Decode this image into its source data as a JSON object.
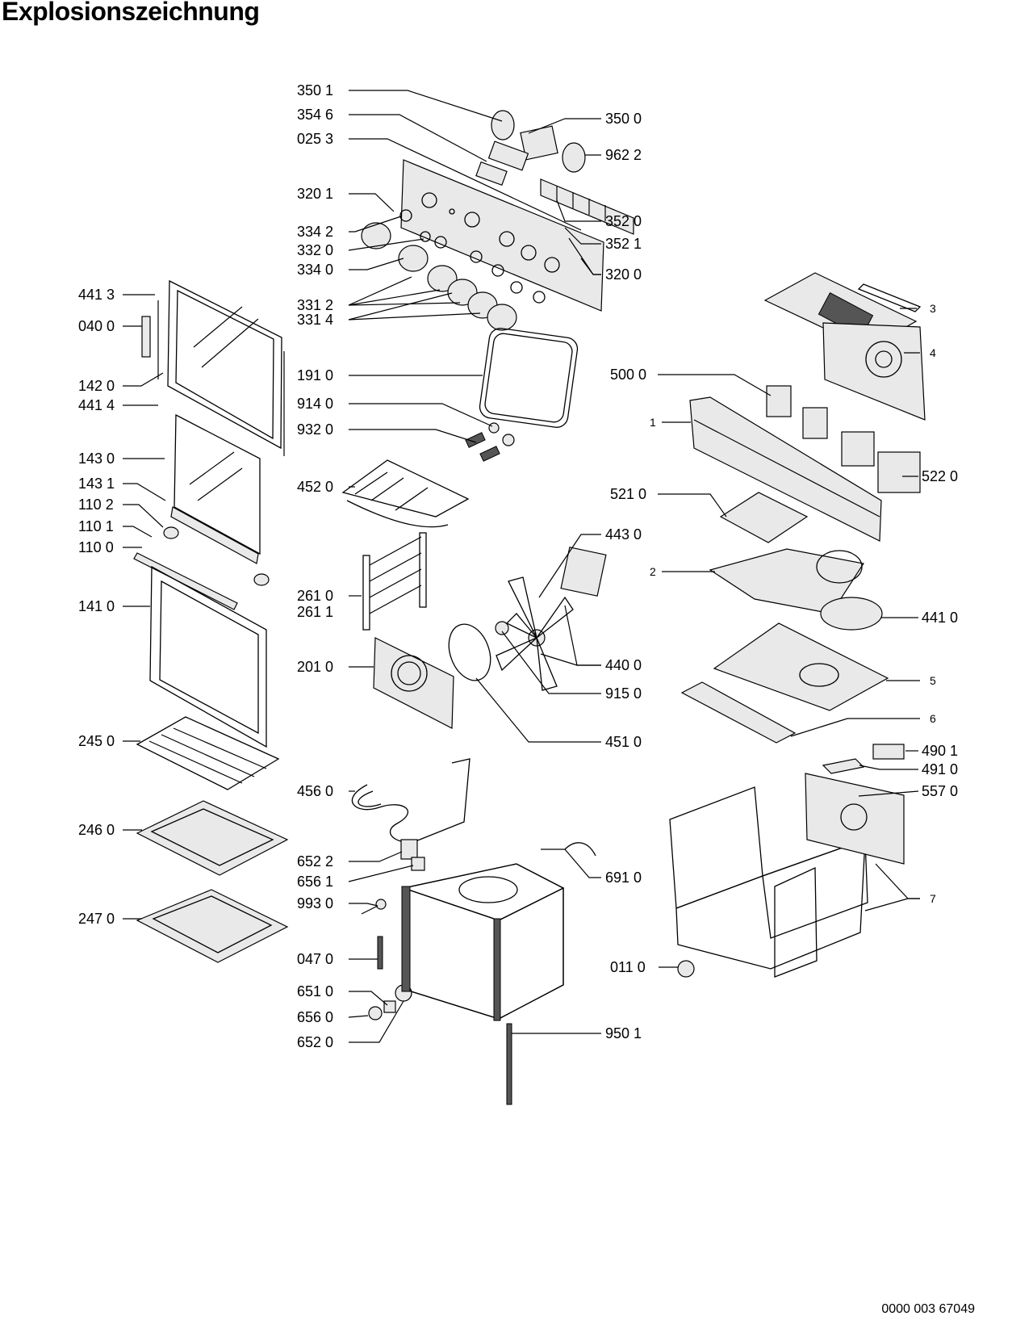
{
  "title": "Explosionszeichnung",
  "document_number": "0000 003 67049",
  "callouts": {
    "c3501": "350 1",
    "c3546": "354 6",
    "c0253": "025 3",
    "c3201": "320 1",
    "c3342": "334 2",
    "c3320": "332 0",
    "c3340": "334 0",
    "c3312": "331 2",
    "c3314": "331 4",
    "c3500": "350 0",
    "c9622": "962 2",
    "c3520": "352 0",
    "c3521": "352 1",
    "c3200": "320 0",
    "c4413": "441 3",
    "c0400": "040 0",
    "c1420": "142 0",
    "c4414": "441 4",
    "c1430": "143 0",
    "c1431": "143 1",
    "c1102": "110 2",
    "c1101": "110 1",
    "c1100": "110 0",
    "c1410": "141 0",
    "c2450": "245 0",
    "c2460": "246 0",
    "c2470": "247 0",
    "c1910": "191 0",
    "c9140": "914 0",
    "c9320": "932 0",
    "c4520": "452 0",
    "c2610": "261 0",
    "c2611": "261 1",
    "c2010": "201 0",
    "c4560": "456 0",
    "c6522": "652 2",
    "c6561": "656 1",
    "c9930": "993 0",
    "c0470": "047 0",
    "c6510": "651 0",
    "c6560": "656 0",
    "c6520": "652 0",
    "c4430": "443 0",
    "c4400": "440 0",
    "c9150": "915 0",
    "c4510": "451 0",
    "c6910": "691 0",
    "c9501": "950 1",
    "c0110": "011 0",
    "c5000": "500 0",
    "c5220": "522 0",
    "c5210": "521 0",
    "c4410": "441 0",
    "c4901": "490 1",
    "c4910": "491 0",
    "c5570": "557 0",
    "a1": "1",
    "a2": "2",
    "a3": "3",
    "a4": "4",
    "a5": "5",
    "a6": "6",
    "a7": "7"
  }
}
